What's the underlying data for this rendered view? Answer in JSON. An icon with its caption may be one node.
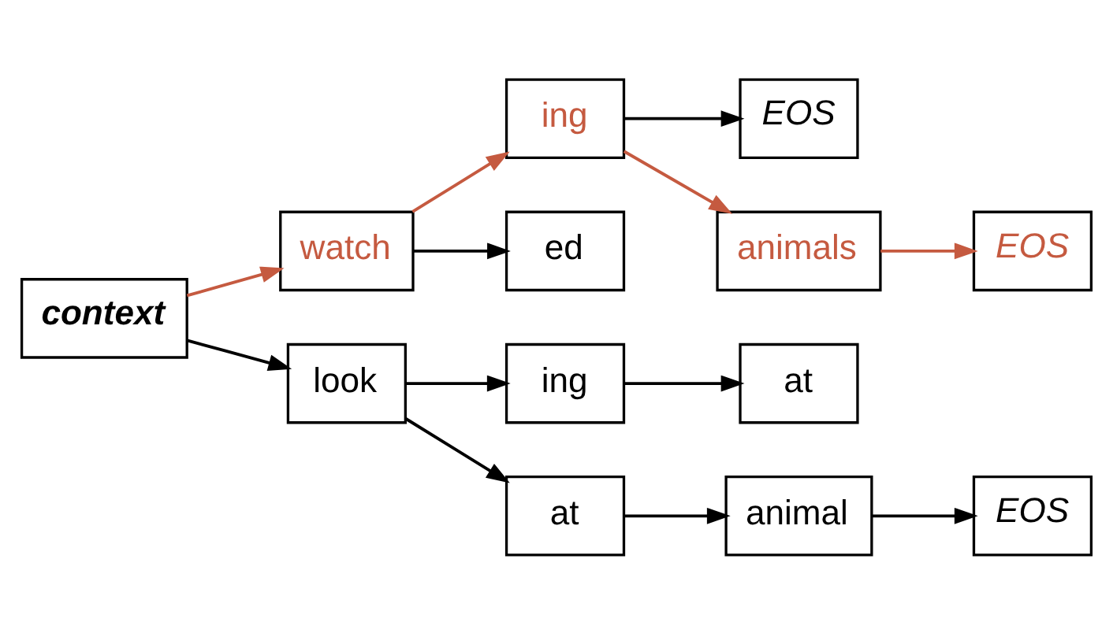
{
  "diagram": {
    "nodes": [
      {
        "text": [
          "context"
        ]
      },
      {
        "text": [
          "watch"
        ]
      },
      {
        "text": [
          "look"
        ]
      },
      {
        "text": [
          "ing"
        ]
      },
      {
        "text": [
          "ed"
        ]
      },
      {
        "text": [
          "ing"
        ]
      },
      {
        "text": [
          "at"
        ]
      },
      {
        "text": [
          "EOS"
        ]
      },
      {
        "text": [
          "animals"
        ]
      },
      {
        "text": [
          "at"
        ]
      },
      {
        "text": [
          "animal"
        ]
      },
      {
        "text": [
          "EOS"
        ]
      },
      {
        "text": [
          "EOS"
        ]
      }
    ],
    "edges": [
      {
        "from": 0,
        "to": 1,
        "arrow": "to",
        "color": "#c55a40"
      },
      {
        "from": 0,
        "to": 2,
        "arrow": "to"
      },
      {
        "from": 1,
        "to": 3,
        "arrow": "to",
        "color": "#c55a40"
      },
      {
        "from": 1,
        "to": 4,
        "arrow": "to"
      },
      {
        "from": 2,
        "to": 5,
        "arrow": "to"
      },
      {
        "from": 2,
        "to": 6,
        "arrow": "to"
      },
      {
        "from": 3,
        "to": 7,
        "arrow": "to"
      },
      {
        "from": 3,
        "to": 8,
        "arrow": "to",
        "color": "#c55a40"
      },
      {
        "from": 5,
        "to": 9,
        "arrow": "to"
      },
      {
        "from": 6,
        "to": 10,
        "arrow": "to"
      },
      {
        "from": 8,
        "to": 11,
        "arrow": "to",
        "color": "#c55a40"
      },
      {
        "from": 10,
        "to": 12,
        "arrow": "to"
      }
    ]
  }
}
